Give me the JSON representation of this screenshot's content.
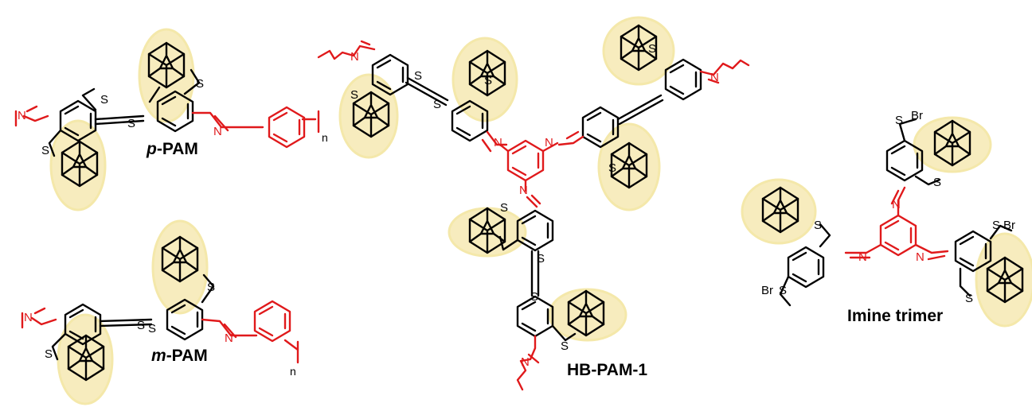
{
  "labels": {
    "p_pam_prefix": "p",
    "p_pam_suffix": "-PAM",
    "m_pam_prefix": "m",
    "m_pam_suffix": "-PAM",
    "hb_pam": "HB-PAM-1",
    "imine_trimer": "Imine trimer",
    "repeat_n": "n"
  },
  "atoms": {
    "sulfur": "S",
    "nitrogen": "N",
    "bromine": "Br"
  },
  "colors": {
    "linker": "#e0191b",
    "highlight": "#f6e9b3",
    "bond": "#000000"
  }
}
